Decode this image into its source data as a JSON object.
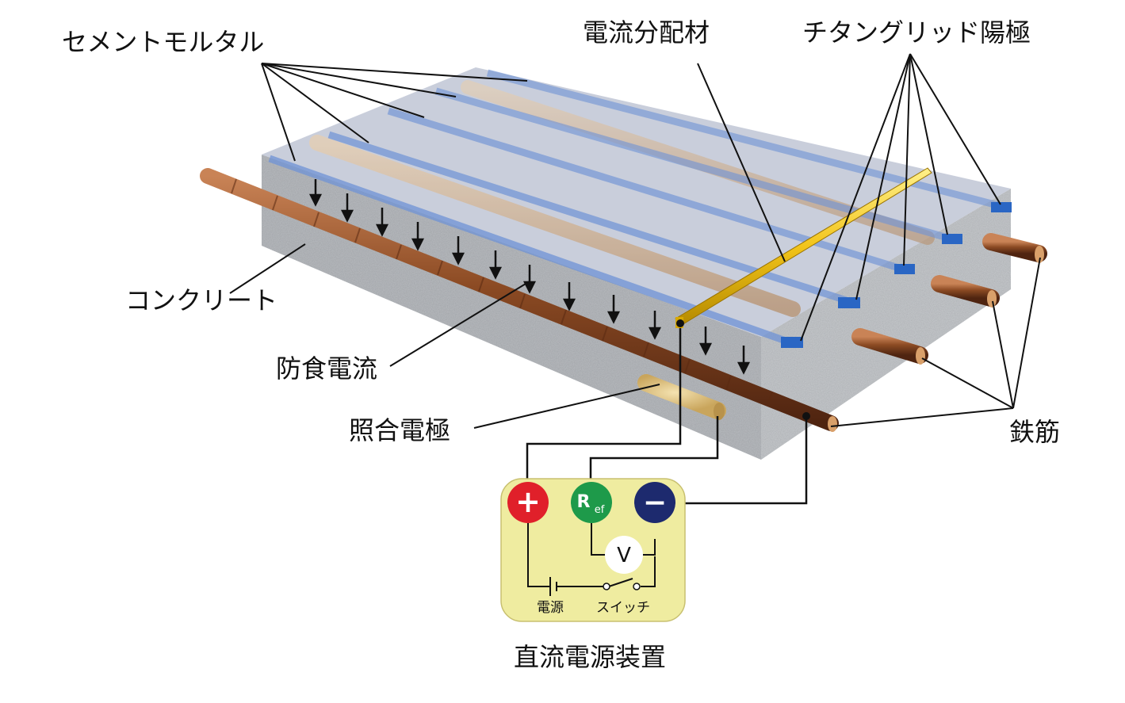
{
  "labels": {
    "cement_mortar": "セメントモルタル",
    "current_distributor": "電流分配材",
    "titanium_grid_anode": "チタングリッド陽極",
    "concrete": "コンクリート",
    "protective_current": "防食電流",
    "reference_electrode": "照合電極",
    "rebar": "鉄筋",
    "dc_power_supply": "直流電源装置"
  },
  "device": {
    "plus_symbol": "+",
    "ref_main": "R",
    "ref_sub": "ef",
    "minus_symbol": "−",
    "voltmeter": "V",
    "power_source": "電源",
    "switch": "スイッチ"
  },
  "colors": {
    "rebar": "#8b4a23",
    "anode_strip": "#3f78c8",
    "distributor": "#f2c41a",
    "concrete": "#b9bcc0",
    "mortar": "#c4cad8",
    "device_panel": "#efeca0",
    "plus_terminal": "#e0202a",
    "ref_terminal": "#1e9a4a",
    "minus_terminal": "#1d2a6e",
    "reference_electrode": "#e3c585"
  }
}
